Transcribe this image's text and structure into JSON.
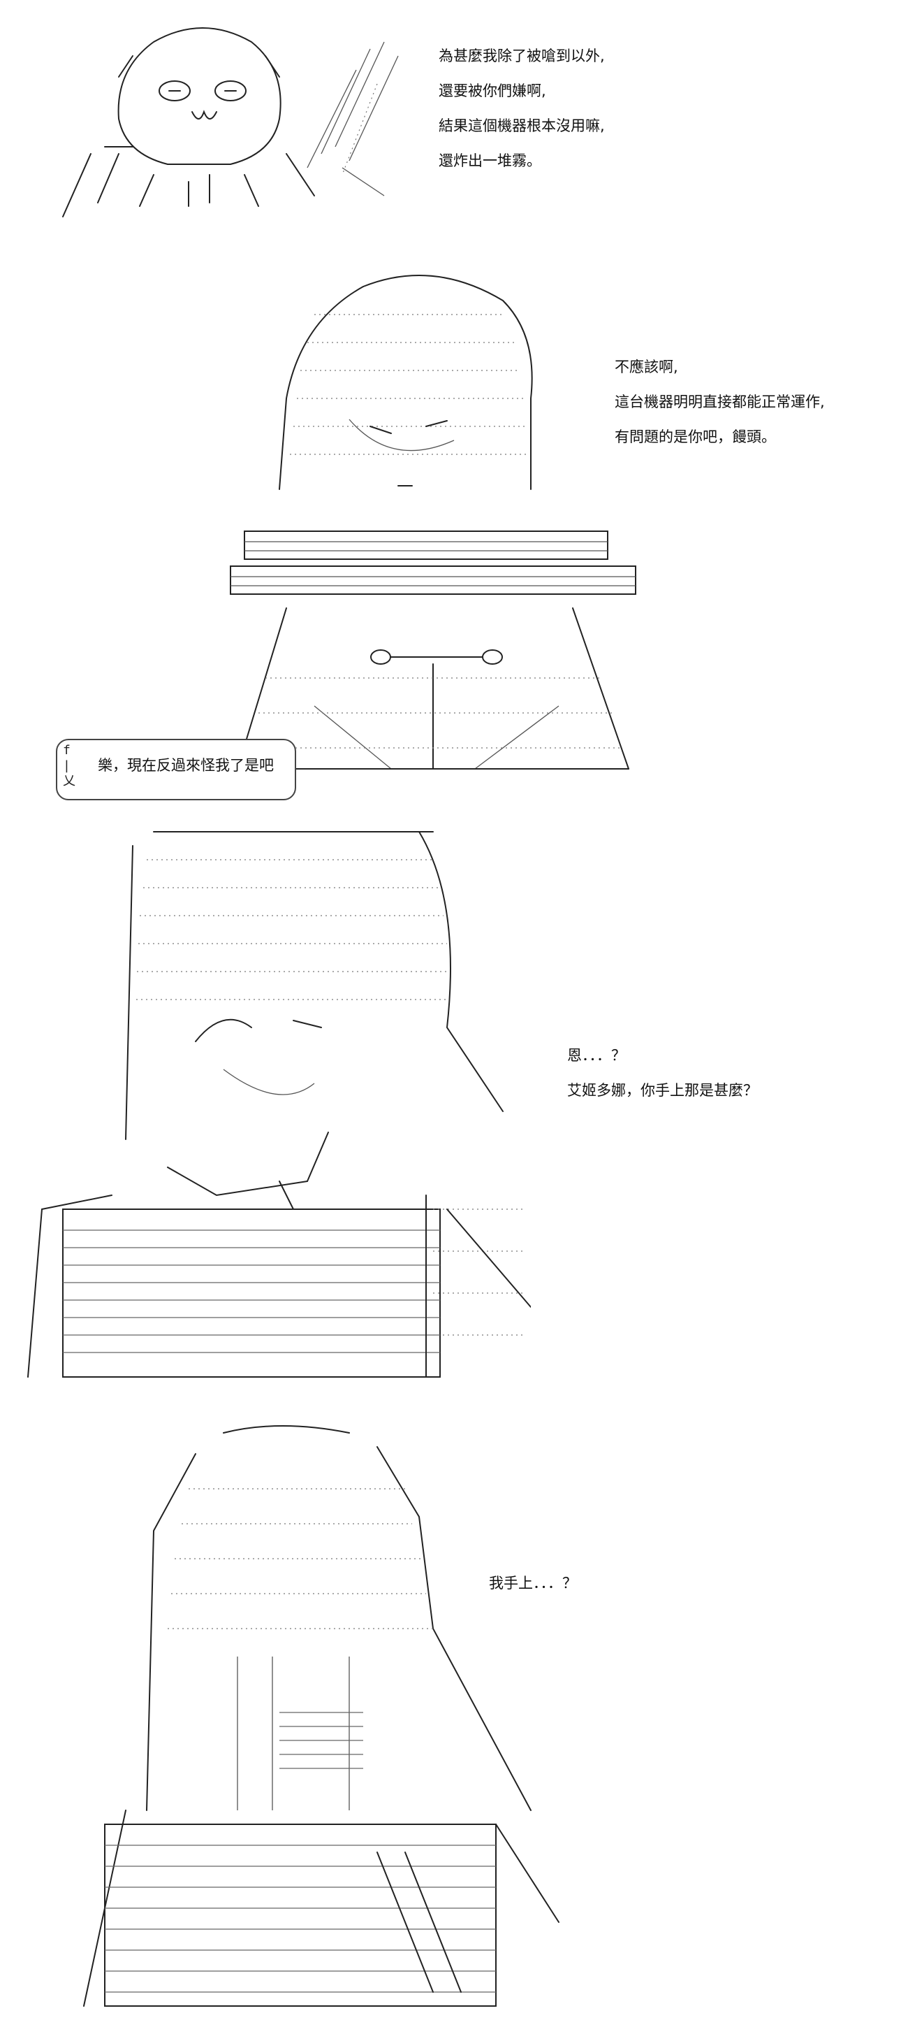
{
  "panels": [
    {
      "lines": [
        "為甚麼我除了被嗆到以外,",
        "還要被你們嫌啊,",
        "結果這個機器根本沒用嘛,",
        "還炸出一堆霧。"
      ]
    },
    {
      "lines": [
        "不應該啊,",
        "這台機器明明直接都能正常運作,",
        "有問題的是你吧，饅頭。"
      ],
      "bubble": "樂，現在反過來怪我了是吧"
    },
    {
      "lines": [
        "恩．．．？",
        "艾姬多娜，你手上那是甚麼？"
      ]
    },
    {
      "lines": [
        "我手上．．．？"
      ]
    }
  ]
}
